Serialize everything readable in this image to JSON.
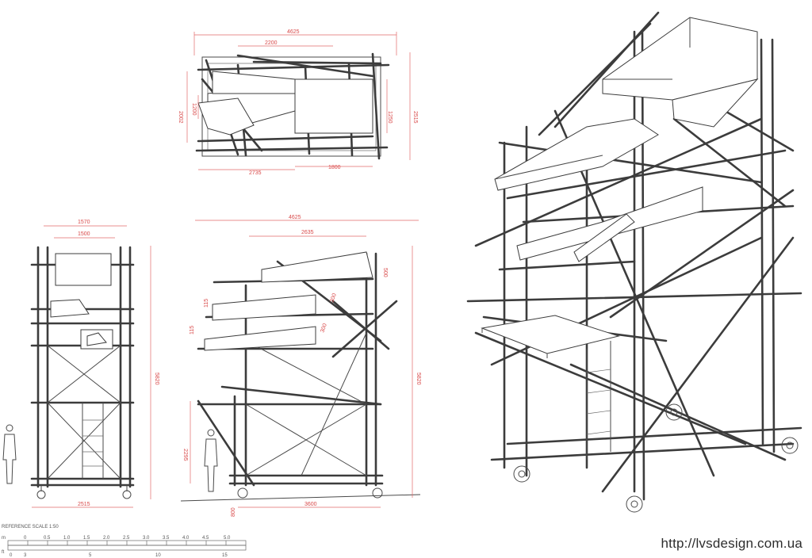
{
  "plan_view": {
    "dims": [
      "4625",
      "2200",
      "2515",
      "2002",
      "1250",
      "1200",
      "2735",
      "1800"
    ]
  },
  "side_elevation": {
    "dims": [
      "1570",
      "1500",
      "5820",
      "2515"
    ]
  },
  "front_elevation": {
    "dims": [
      "4625",
      "2635",
      "5820",
      "2295",
      "800",
      "3600",
      "500",
      "115",
      "300"
    ]
  },
  "scale_bar": {
    "title": "REFERENCE SCALE 1:50",
    "m_label": "m",
    "ft_label": "ft",
    "m_ticks": [
      "0",
      "0.5",
      "1.0",
      "1.5",
      "2.0",
      "2.5",
      "3.0",
      "3.5",
      "4.0",
      "4.5",
      "5.0"
    ],
    "ft_ticks": [
      "0",
      "3",
      "5",
      "10",
      "15"
    ]
  },
  "watermark": "http://lvsdesign.com.ua",
  "colors": {
    "dimension": "#d94a4a",
    "line": "#3c3c3c"
  }
}
